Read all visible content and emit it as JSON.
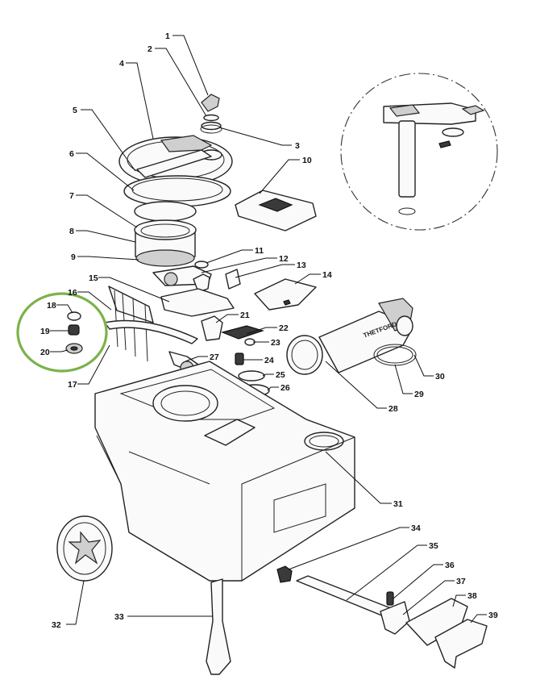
{
  "diagram": {
    "callouts": [
      {
        "id": "1",
        "label": "1"
      },
      {
        "id": "2",
        "label": "2"
      },
      {
        "id": "3",
        "label": "3"
      },
      {
        "id": "4",
        "label": "4"
      },
      {
        "id": "5",
        "label": "5"
      },
      {
        "id": "6",
        "label": "6"
      },
      {
        "id": "7",
        "label": "7"
      },
      {
        "id": "8",
        "label": "8"
      },
      {
        "id": "9",
        "label": "9"
      },
      {
        "id": "10",
        "label": "10"
      },
      {
        "id": "11",
        "label": "11"
      },
      {
        "id": "12",
        "label": "12"
      },
      {
        "id": "13",
        "label": "13"
      },
      {
        "id": "14",
        "label": "14"
      },
      {
        "id": "15",
        "label": "15"
      },
      {
        "id": "16",
        "label": "16"
      },
      {
        "id": "17",
        "label": "17"
      },
      {
        "id": "18",
        "label": "18"
      },
      {
        "id": "19",
        "label": "19"
      },
      {
        "id": "20",
        "label": "20"
      },
      {
        "id": "21",
        "label": "21"
      },
      {
        "id": "22",
        "label": "22"
      },
      {
        "id": "23",
        "label": "23"
      },
      {
        "id": "24",
        "label": "24"
      },
      {
        "id": "25",
        "label": "25"
      },
      {
        "id": "26",
        "label": "26"
      },
      {
        "id": "27",
        "label": "27"
      },
      {
        "id": "28",
        "label": "28"
      },
      {
        "id": "29",
        "label": "29"
      },
      {
        "id": "30",
        "label": "30"
      },
      {
        "id": "31",
        "label": "31"
      },
      {
        "id": "32",
        "label": "32"
      },
      {
        "id": "33",
        "label": "33"
      },
      {
        "id": "34",
        "label": "34"
      },
      {
        "id": "35",
        "label": "35"
      },
      {
        "id": "36",
        "label": "36"
      },
      {
        "id": "37",
        "label": "37"
      },
      {
        "id": "38",
        "label": "38"
      },
      {
        "id": "39",
        "label": "39"
      }
    ],
    "pipe_label": "THETFORD",
    "colors": {
      "highlight": "#7bb24a",
      "line": "#222222"
    }
  }
}
